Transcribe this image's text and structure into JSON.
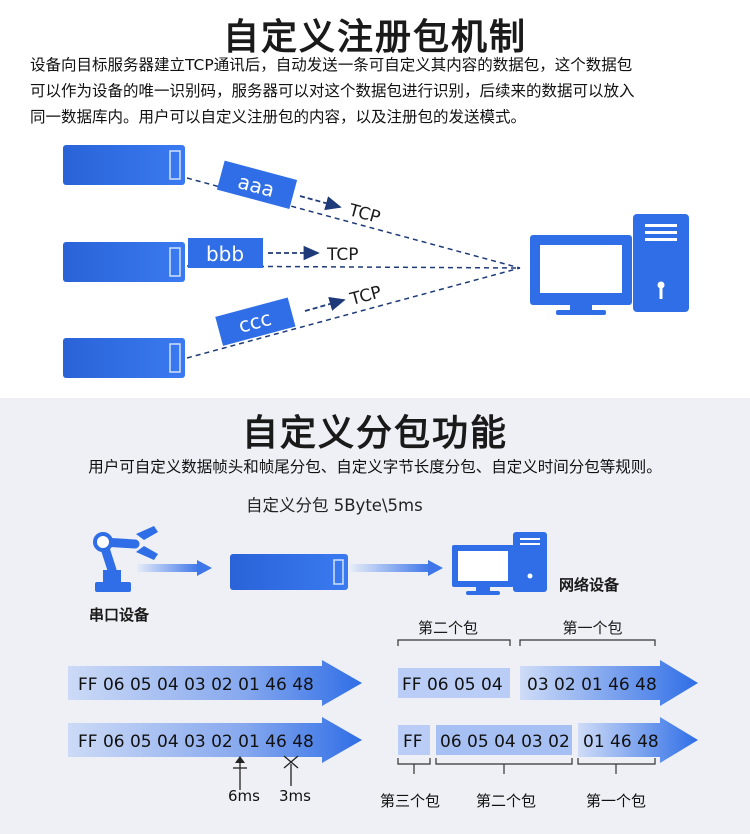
{
  "top": {
    "title": "自定义注册包机制",
    "description_lines": [
      "设备向目标服务器建立TCP通讯后，自动发送一条可自定义其内容的数据包，这个数据包",
      "可以作为设备的唯一识别码，服务器可以对这个数据包进行识别，后续来的数据可以放入",
      "同一数据库内。用户可以自定义注册包的内容，以及注册包的发送模式。"
    ],
    "packets": [
      "aaa",
      "bbb",
      "ccc"
    ],
    "protocol": "TCP"
  },
  "bottom": {
    "title": "自定义分包功能",
    "description": "用户可自定义数据帧头和帧尾分包、自定义字节长度分包、自定义时间分包等规则。",
    "rule_label": "自定义分包 5Byte\\5ms",
    "serial_device_label": "串口设备",
    "network_device_label": "网络设备",
    "row1": {
      "stream": "FF 06 05 04 03 02 01 46 48",
      "second_label": "第二个包",
      "first_label": "第一个包",
      "packet_second": "FF 06 05 04",
      "packet_first": "03 02 01 46 48"
    },
    "row2": {
      "stream": "FF 06 05 04 03 02 01 46 48",
      "packet_third": "FF",
      "packet_second": "06 05 04 03 02",
      "packet_first": "01 46 48",
      "third_label": "第三个包",
      "second_label": "第二个包",
      "first_label": "第一个包",
      "gap1": "6ms",
      "gap2": "3ms"
    }
  },
  "colors": {
    "blue": "#2f6ee6",
    "light_blue": "#b9cdf6",
    "mid_blue": "#7fa3ee"
  }
}
